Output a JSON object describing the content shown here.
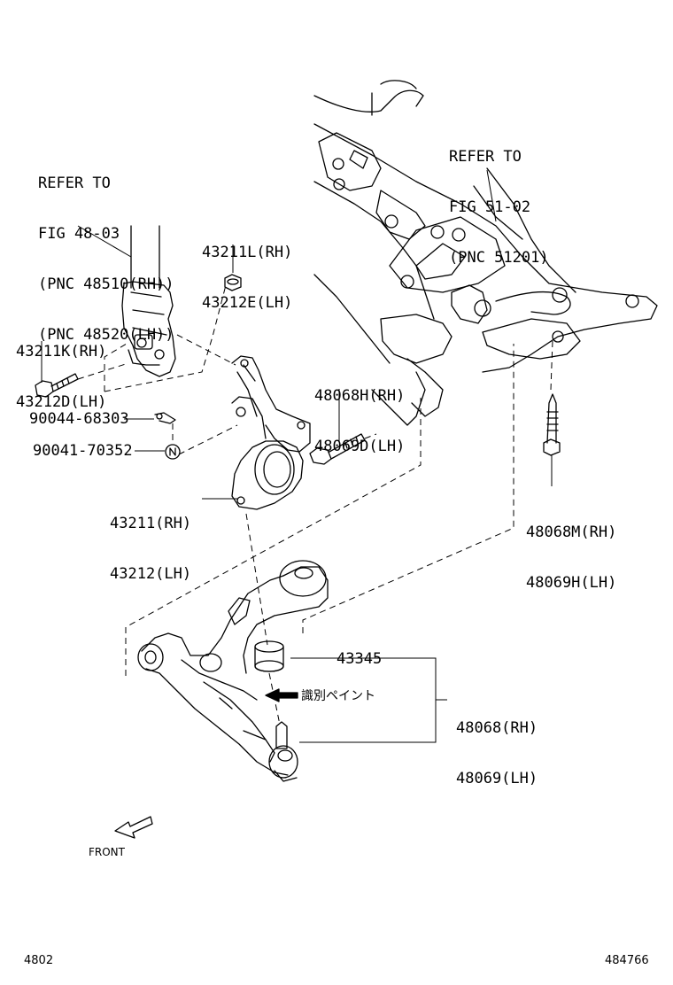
{
  "refs": {
    "strut": {
      "line1": "REFER TO",
      "line2": "FIG 48-03",
      "line3": "(PNC 48510(RH))",
      "line4": "(PNC 48520(LH))"
    },
    "crossmember": {
      "line1": "REFER TO",
      "line2": "FIG 51-02",
      "line3": "(PNC 51201)"
    }
  },
  "parts": {
    "nut": {
      "rh": "43211L(RH)",
      "lh": "43212E(LH)"
    },
    "strut_bolt": {
      "rh": "43211K(RH)",
      "lh": "43212D(LH)"
    },
    "cotter_pin": "90044-68303",
    "castle_nut": "90041-70352",
    "knuckle": {
      "rh": "43211(RH)",
      "lh": "43212(LH)"
    },
    "arm_front_bolt": {
      "rh": "48068H(RH)",
      "lh": "48069D(LH)"
    },
    "arm_rear_bolt": {
      "rh": "48068M(RH)",
      "lh": "48069H(LH)"
    },
    "bushing": "43345",
    "lower_arm": {
      "rh": "48068(RH)",
      "lh": "48069(LH)"
    }
  },
  "paint_note": "識別ペイント",
  "front_label": "FRONT",
  "figure_id": "4802",
  "drawing_no": "484766"
}
